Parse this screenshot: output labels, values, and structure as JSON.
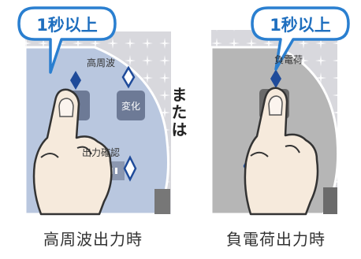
{
  "panels": [
    {
      "bubble_text": "1秒以上",
      "panel_labels": [
        "高周波",
        "出力確認"
      ],
      "button_label": "変化",
      "caption": "高周波出力時"
    },
    {
      "bubble_text": "1秒以上",
      "panel_labels": [
        "負電荷"
      ],
      "caption": "負電荷出力時"
    }
  ],
  "or_text": "または",
  "colors": {
    "bubble_stroke": "#2a7fd0",
    "bubble_text": "#1f6fbf",
    "panel_left": "#b8c6de",
    "panel_right": "#b6b6b6",
    "sparkle_bg": "#d7d7db",
    "skin": "#f6e9dc",
    "indicator": "#1f4b9a"
  }
}
